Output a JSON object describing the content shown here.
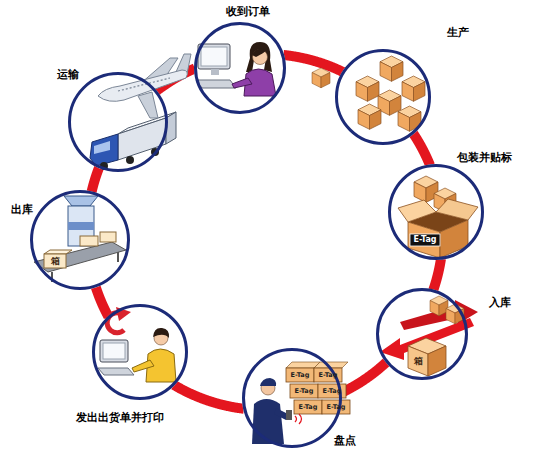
{
  "diagram": {
    "nodes": [
      {
        "text": [
          "收到订单"
        ]
      },
      {
        "text": [
          "生产"
        ]
      },
      {
        "text": [
          "包装并贴标"
        ]
      },
      {
        "text": [
          "入库"
        ]
      },
      {
        "text": [
          "盘点"
        ]
      },
      {
        "text": [
          "发出出货单并打印"
        ]
      },
      {
        "text": [
          "出库"
        ]
      },
      {
        "text": [
          "运输"
        ]
      }
    ],
    "edges": [
      {
        "from": 0,
        "to": 1,
        "arrow": "none"
      },
      {
        "from": 1,
        "to": 2,
        "arrow": "none"
      },
      {
        "from": 2,
        "to": 3,
        "arrow": "none"
      },
      {
        "from": 3,
        "to": 4,
        "arrow": "none"
      },
      {
        "from": 4,
        "to": 5,
        "arrow": "none"
      },
      {
        "from": 5,
        "to": 6,
        "arrow": "none"
      },
      {
        "from": 6,
        "to": 7,
        "arrow": "none"
      },
      {
        "from": 7,
        "to": 0,
        "arrow": "none"
      }
    ],
    "labels": [
      "E-Tag",
      "箱",
      "E-Tag",
      "E-Tag",
      "E-Tag",
      "E-Tag",
      "E-Tag",
      "E-Tag",
      "箱"
    ]
  }
}
